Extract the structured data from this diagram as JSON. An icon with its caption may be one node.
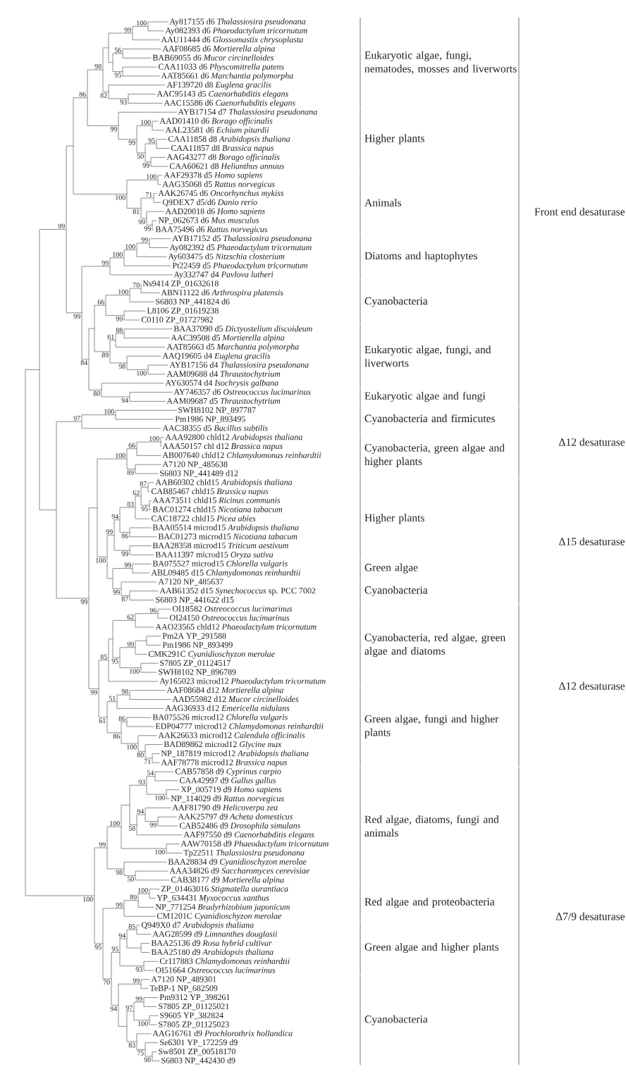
{
  "diagram": {
    "labels": [
      "99",
      "86",
      "98",
      "99",
      "100",
      "Ay817155 d6 *Thalassiosira pseudonana*",
      "Ay082393 d6 *Phaeodactylum tricornutum*",
      "AAU11444 d6 *Glossomastix chrysoplasta*",
      "56",
      "AAF08685 d6 *Mortierella alpina*",
      "BAB69055 d6 *Mucor circinelloides*",
      "95",
      "CAA11033 d6 *Physcomitrella patens*",
      "AAT85661 d6 *Marchantia polymorpha*",
      "82",
      "AF139720 d8 *Euglena gracilis*",
      "93",
      "AAC95143 d5 *Caenorhabditis elegans*",
      "AAC15586 d6 *Caenorhabditis elegans*",
      "99",
      "AYB17154 d7 *Thalassiosira pseudonana*",
      "99",
      "100",
      "AAD01410 d6 *Borago officinalis*",
      "AAL23581 d6 *Echium pitardii*",
      "50",
      "95",
      "CAA11858 d8 *Arabidopsis thaliana*",
      "CAA11857 d8 *Brassica napus*",
      "99",
      "AAG43277 d8 *Borago officinalis*",
      "CAA60621 d8 *Helianthus annuus*",
      "100",
      "100",
      "AAF29378 d5 *Homo sapiens*",
      "AAG35068 d5 *Rattus norvegicus*",
      "81",
      "71",
      "AAK26745 d6 *Oncorhynchus mykiss*",
      "Q9DEX7 d5/d6 *Danio rerio*",
      "99",
      "AAD20018 d6 *Homo sapiens*",
      "99",
      "NP_062673 d6 *Mus musculus*",
      "BAA75496 d6 *Rattus norvegicus*",
      "99",
      "99",
      "100",
      "100",
      "99",
      "AYB17152 d5 *Thalassiosira pseudonana*",
      "Ay082392 d5 *Phaeodactylum tricornutum*",
      "Ay603475 d5 *Nitzschia closterium*",
      "Pt22459 d5 *Phaeodactylum tricornutum*",
      "Ay332747 d4 *Pavlova lutheri*",
      "84",
      "66",
      "100",
      "70",
      "Ns9414 ZP_01632618",
      "ABN11122 d6 *Arthrospira platensis*",
      "S6803 NP_441824 d6",
      "99",
      "L8106 ZP_01619238",
      "C0110 ZP_01727982",
      "89",
      "61",
      "88",
      "BAA37090 d5 *Dictyostelium discoideum*",
      "AAC39508 d5 *Mortierella alpina*",
      "AAT85663 d5 *Marchantia polymorpha*",
      "98",
      "AAQ19605 d4 *Euglena gracilis*",
      "100",
      "AYB17156 d4 *Thalassiosira pseudonana*",
      "AAM09688 d4 *Thraustochytrium*",
      "80",
      "AY630574 d4 *Isochrysis galbana*",
      "94",
      "AY746357 d6 *Ostreococcus lucimarinus*",
      "AAM09687 d5 *Thraustochytrium*",
      "97",
      "100",
      "SWH8102 NP_897787",
      "Pm1986 NP_893495",
      "AAC38355 d5 *Bacillus subtilis*",
      "99",
      "100",
      "66",
      "100",
      "AAA92800 chld12 *Arabidopsis thaliana*",
      "AAA50157 chl d12 *Brassica napus*",
      "AB007640 chld12 *Chlamydomonas reinhardtii*",
      "89",
      "A7120 NP_485638",
      "S6803 NP_441489 d12",
      "100",
      "99",
      "94",
      "83",
      "62",
      "87",
      "AAB60302 chld15 *Arabidopsis thaliana*",
      "CAB85467 chld15 *Brassica napus*",
      "95",
      "AAA73511 chld15 *Ricinus communis*",
      "BAC01274 chld15 *Nicotiana tabacum*",
      "CAC18722 chld15 *Picea abies*",
      "86",
      "BAA05514 microd15 *Arabidopsis thaliana*",
      "BAC01273 microd15 *Nicotiana tabacum*",
      "99",
      "BAA28358 microd15 *Triticum aestivum*",
      "BAA11397 microd15 *Oryza sativa*",
      "99",
      "BA075527 microd15 *Chlorella vulgaris*",
      "ABL09485 d15 *Chlamydomonas reinhardtii*",
      "99",
      "A7120 NP_485637",
      "87",
      "AAB61352 d15 *Synechococcus* sp. PCC 7002",
      "S6803 NP_441622 d15",
      "99",
      "85",
      "62",
      "96",
      "OI18582 *Ostreococcus lucimarinus*",
      "OI24150 *Ostreococcus lucimarinus*",
      "AAO23565 chld12 *Phaeodactylum tricornutum*",
      "95",
      "99",
      "Pm2A YP_291588",
      "Pm1986 NP_893499",
      "CMK291C *Cyanidioschyzon merolae*",
      "100",
      "S7805 ZP_01124517",
      "SWH8102 NP_896789",
      "Ay165023 microd12 *Phaeodactylum tricornutum*",
      "61",
      "51",
      "98",
      "AAF08684 d12 *Mortierella alpina*",
      "AAD55982 d12 *Mucor circinelloides*",
      "AAG36933 d12 *Emericella nidulans*",
      "86",
      "86",
      "BA075526 microd12 *Chlorella vulgaris*",
      "EDP04777 microd12 *Chlamydomonas reinhardtii*",
      "100",
      "AAK26633 microd12 *Calendula officinalis*",
      "80",
      "BAD89862 microd12 *Glycine max*",
      "71",
      "NP_187819 microd12 *Arabidopsis thaliana*",
      "AAF78778 microd12 *Brassica napus*",
      "100",
      "99",
      "100",
      "93",
      "54",
      "CAB57858 d9 *Cyprinus carpio*",
      "CAA42997 d9 *Gallus gallus*",
      "100",
      "XP_005719 d9 *Homo sapiens*",
      "NP_114029 d9 *Rattus norvegicus*",
      "58",
      "94",
      "AAF81790 d9 *Helicoverpa zea*",
      "99",
      "AAK25797 d9 *Acheta domesticus*",
      "CAB52486 d9 *Drosophila simulans*",
      "AAF97550 d9 *Caenorhabditis elegans*",
      "100",
      "AAW70158 d9 *Phaeodactylum tricornutum*",
      "Tp22511 *Thalassiosira pseudonana*",
      "98",
      "BAA28834 d9 *Cyanidioschyzon merolae*",
      "50",
      "AAA34826 d9 *Saccharomyces cerevisiae*",
      "CAB38177 d9 *Mortierella alpina*",
      "95",
      "99",
      "89",
      "100",
      "ZP_01463016 *Stigmatella aurantiaca*",
      "YP_634431 *Myxococcus xanthus*",
      "NP_771254 *Bradyrhizobium japonicum*",
      "CM1201C *Cyanidioschyzon merolae*",
      "70",
      "95",
      "94",
      "85",
      "Q949X0 d7 *Arabidopsis thaliana*",
      "AAG28599 d9 *Limnanthes douglasii*",
      "BAA25136 d9 *Rosa hybrid cultivar*",
      "BAA25180 d9 *Arabidopsis thaliana*",
      "93",
      "Cr117883 *Chlamydomonas reinhardtii*",
      "OI51664 *Ostreococcus lucimarinus*",
      "94",
      "99",
      "A7120 NP_489301",
      "TeBP-1 NP_682509",
      "97",
      "99",
      "Pm9312 YP_398261",
      "S7805 ZP_01125021",
      "100",
      "S9605 YP_382824",
      "S7805 ZP_01125023",
      "83",
      "AAG16761 d9 *Prochlorothrix hollandica*",
      "75",
      "Se6301 YP_172259 d9",
      "98",
      "Sw8501 ZP_00518170",
      "S6803 NP_442430 d9",
      "Eukaryotic algae, fungi, nematodes, mosses and liverworts",
      "Higher plants",
      "Animals",
      "Diatoms and haptophytes",
      "Cyanobacteria",
      "Eukaryotic algae, fungi, and liverworts",
      "Eukaryotic algae and fungi",
      "Cyanobacteria and firmicutes",
      "Cyanobacteria, green algae and higher plants",
      "Higher plants",
      "Green algae",
      "Cyanobacteria",
      "Cyanobacteria, red algae, green algae and diatoms",
      "Green algae, fungi and higher plants",
      "Red algae, diatoms, fungi and animals",
      "Red algae and proteobacteria",
      "Green algae and higher plants",
      "Cyanobacteria",
      "Front end desaturase",
      "Δ12 desaturase",
      "Δ15 desaturase",
      "Δ12 desaturase",
      "Δ7/9 desaturase"
    ]
  }
}
